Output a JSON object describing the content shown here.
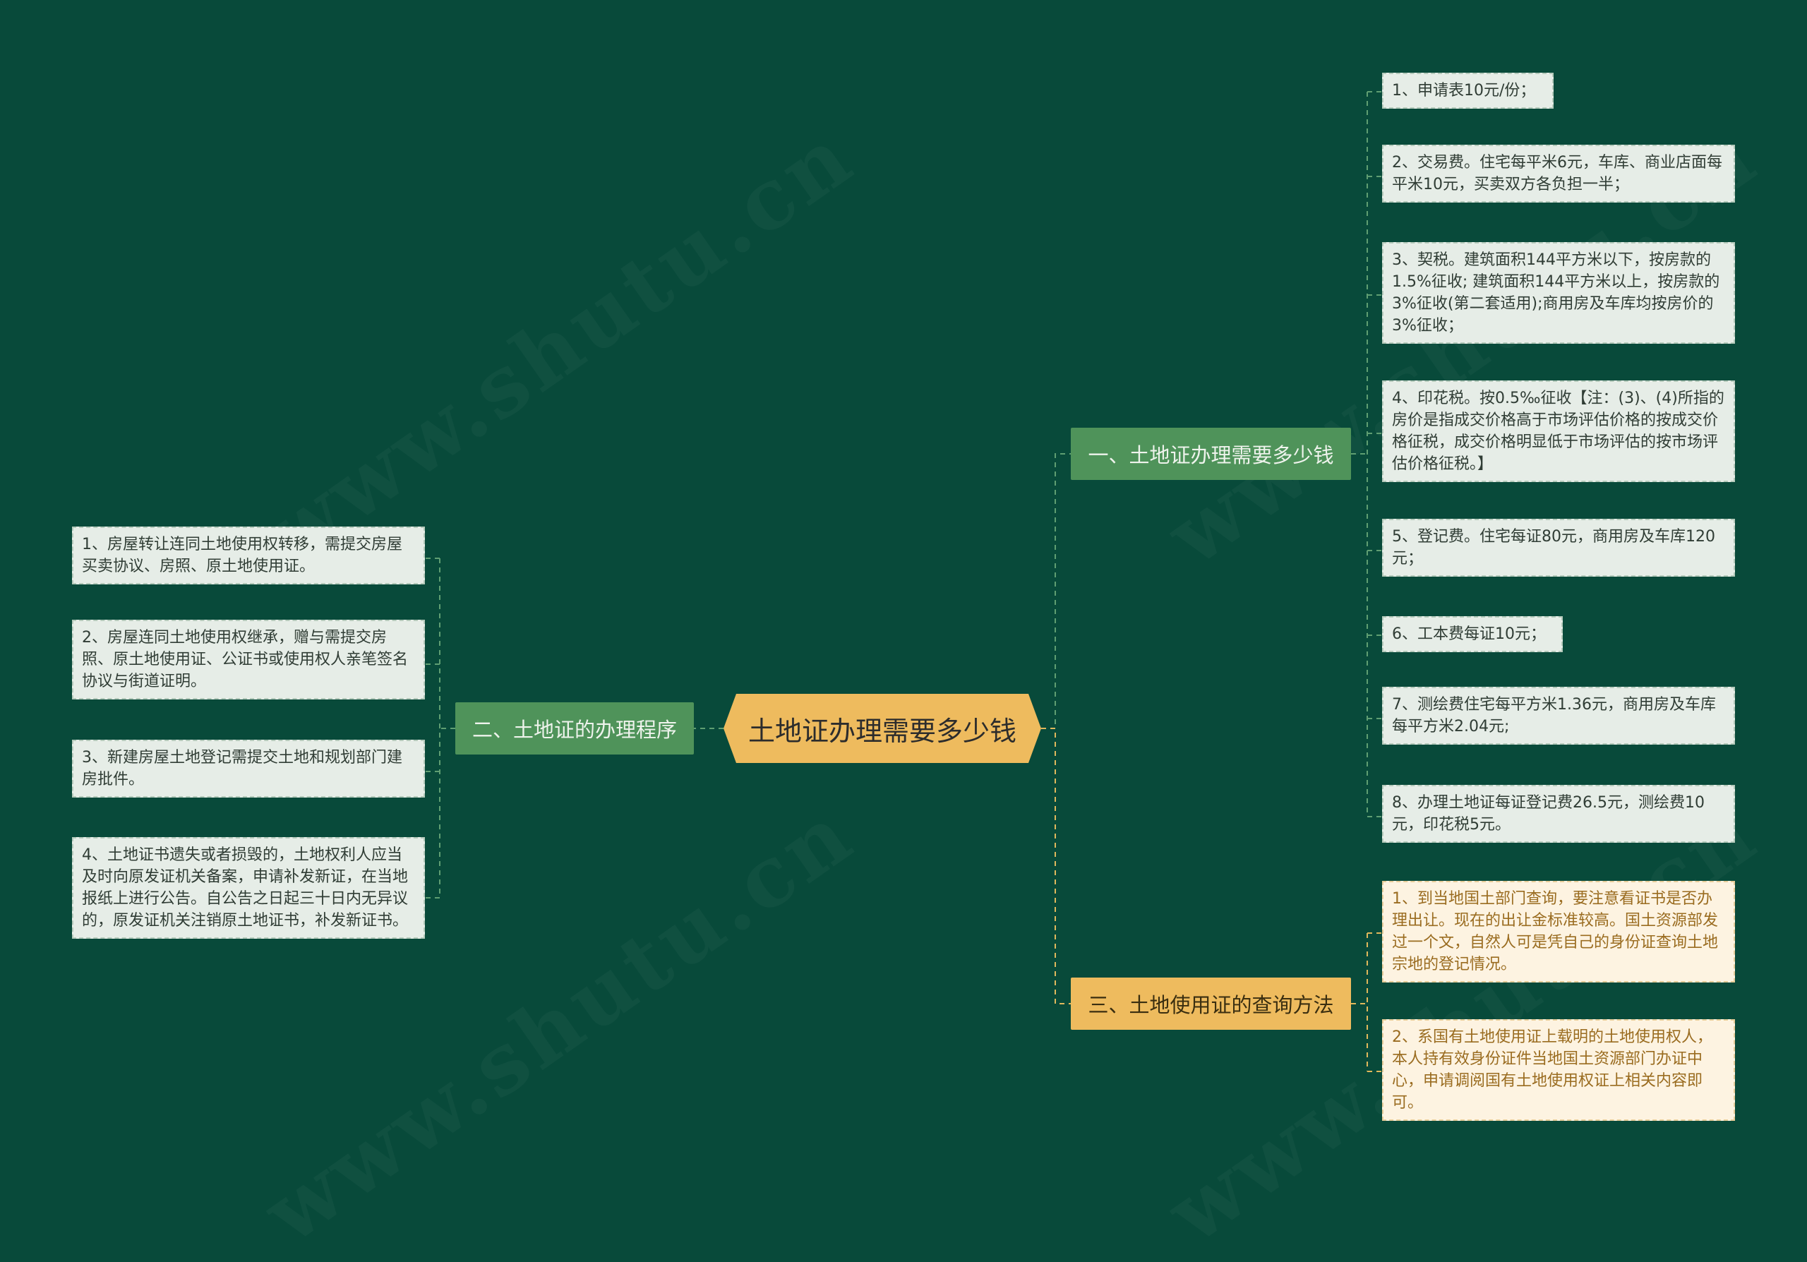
{
  "colors": {
    "background": "#084a3a",
    "root": "#eebb5e",
    "branch_green": "#4f935a",
    "branch_gold": "#eebb5e",
    "leaf_green": "#e6ede7",
    "leaf_gold": "#fdf3e1",
    "connector_green": "#5f9e72",
    "connector_gold": "#e0b85c"
  },
  "watermark": "www.shutu.cn",
  "root": "土地证办理需要多少钱",
  "branches": {
    "fees": {
      "label": "一、土地证办理需要多少钱",
      "items": [
        "1、申请表10元/份；",
        "2、交易费。住宅每平米6元，车库、商业店面每平米10元，买卖双方各负担一半；",
        "3、契税。建筑面积144平方米以下，按房款的1.5%征收; 建筑面积144平方米以上，按房款的3%征收(第二套适用);商用房及车库均按房价的3%征收；",
        "4、印花税。按0.5‰征收【注：(3)、(4)所指的房价是指成交价格高于市场评估价格的按成交价格征税，成交价格明显低于市场评估的按市场评估价格征税。】",
        "5、登记费。住宅每证80元，商用房及车库120元；",
        "6、工本费每证10元；",
        "7、测绘费住宅每平方米1.36元，商用房及车库每平方米2.04元;",
        "8、办理土地证每证登记费26.5元，测绘费10元，印花税5元。"
      ]
    },
    "procedure": {
      "label": "二、土地证的办理程序",
      "items": [
        "1、房屋转让连同土地使用权转移，需提交房屋买卖协议、房照、原土地使用证。",
        "2、房屋连同土地使用权继承，赠与需提交房照、原土地使用证、公证书或使用权人亲笔签名协议与街道证明。",
        "3、新建房屋土地登记需提交土地和规划部门建房批件。",
        "4、土地证书遗失或者损毁的，土地权利人应当及时向原发证机关备案，申请补发新证，在当地报纸上进行公告。自公告之日起三十日内无异议的，原发证机关注销原土地证书，补发新证书。"
      ]
    },
    "query": {
      "label": "三、土地使用证的查询方法",
      "items": [
        "1、到当地国土部门查询，要注意看证书是否办理出让。现在的出让金标准较高。国土资源部发过一个文，自然人可是凭自己的身份证查询土地宗地的登记情况。",
        "2、系国有土地使用证上载明的土地使用权人，本人持有效身份证件当地国土资源部门办证中心，申请调阅国有土地使用权证上相关内容即可。"
      ]
    }
  }
}
